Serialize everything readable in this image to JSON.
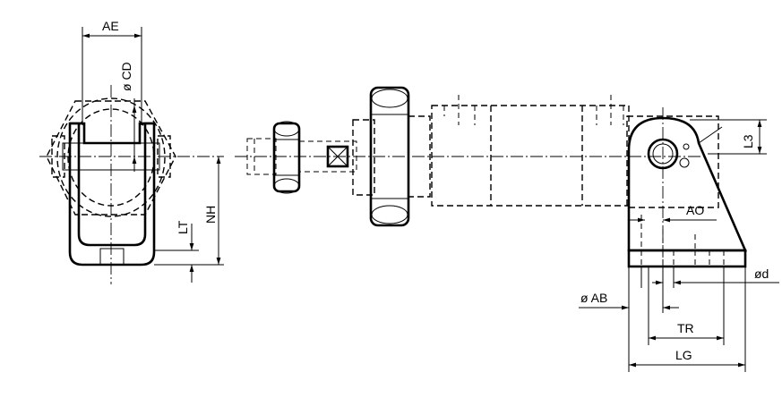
{
  "labels": {
    "AE": "AE",
    "CD": "ø CD",
    "LT": "LT",
    "NH": "NH",
    "L3": "L3",
    "AO": "AO",
    "d": "ød",
    "AB": "ø AB",
    "TR": "TR",
    "LG": "LG"
  }
}
